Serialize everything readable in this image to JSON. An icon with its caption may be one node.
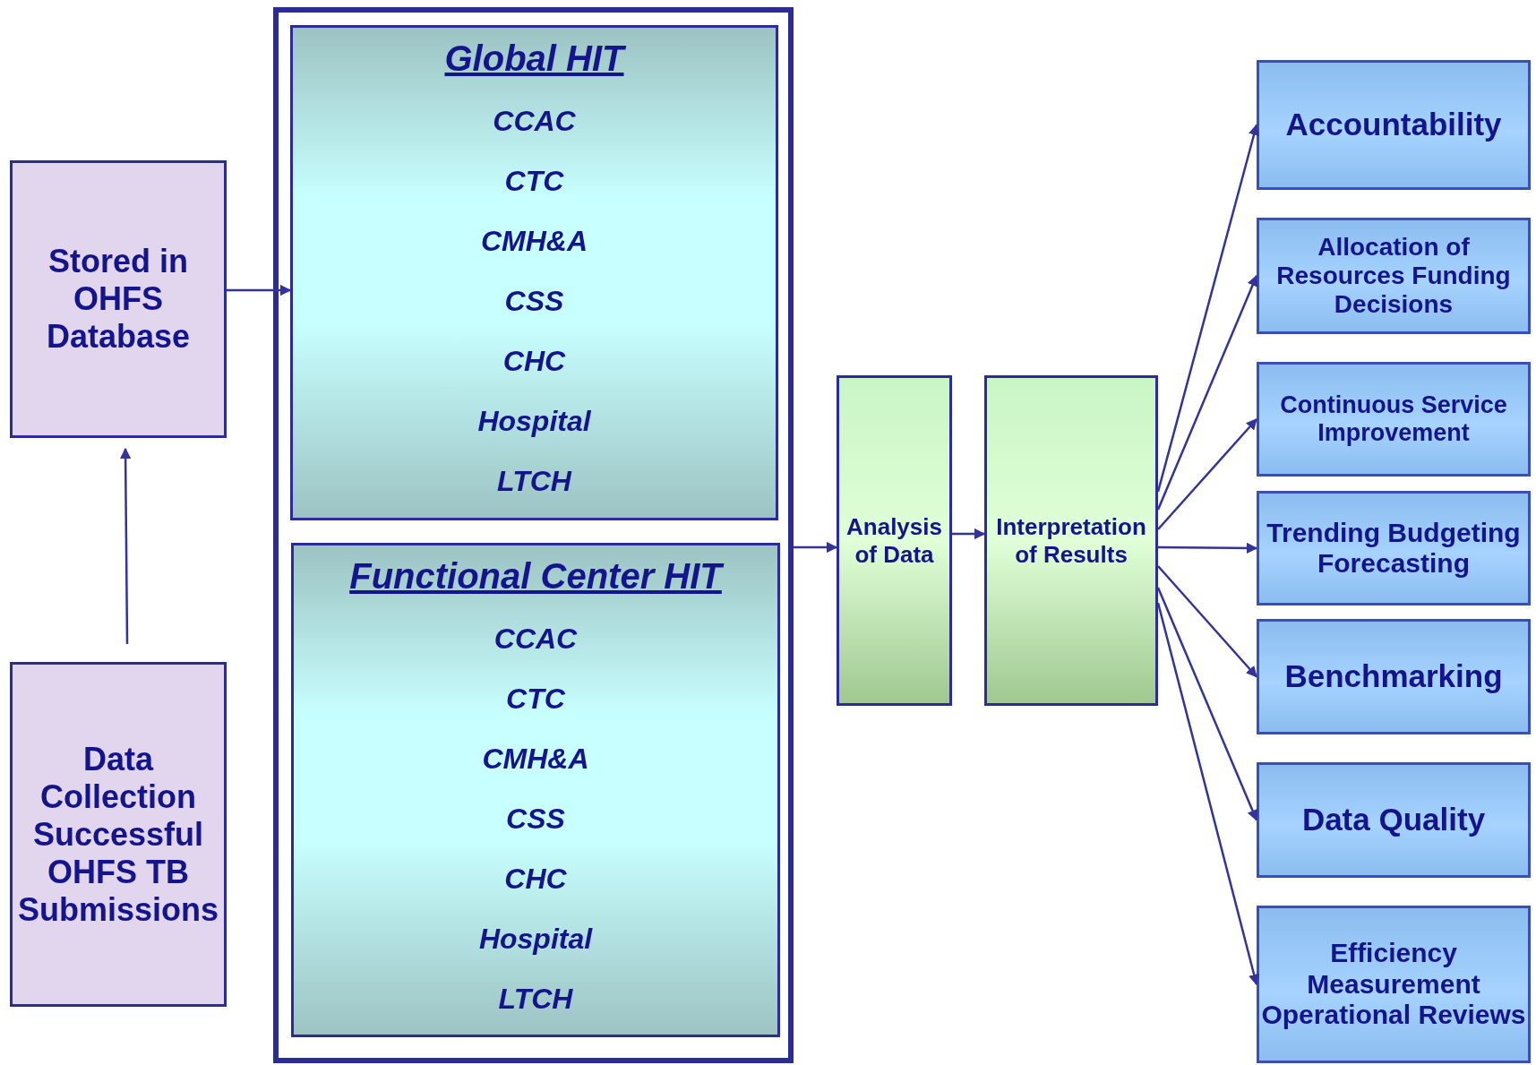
{
  "diagram": {
    "nodes": [
      {
        "text": [
          "Stored in OHFS Database"
        ]
      },
      {
        "text": [
          "Data Collection Successful OHFS TB Submissions"
        ]
      },
      {
        "text": [],
        "shape": "box"
      },
      {
        "text": [
          "Global HIT",
          "CCAC",
          "CTC",
          "CMH&A",
          "CSS",
          "CHC",
          "Hospital",
          "LTCH"
        ],
        "in": 2
      },
      {
        "text": [
          "Functional Center HIT",
          "CCAC",
          "CTC",
          "CMH&A",
          "CSS",
          "CHC",
          "Hospital",
          "LTCH"
        ],
        "in": 2
      },
      {
        "text": [
          "Analysis of Data"
        ]
      },
      {
        "text": [
          "Interpretation of Results"
        ]
      },
      {
        "text": [
          "Accountability"
        ]
      },
      {
        "text": [
          "Allocation of Resources Funding Decisions"
        ]
      },
      {
        "text": [
          "Continuous Service Improvement"
        ]
      },
      {
        "text": [
          "Trending Budgeting Forecasting"
        ]
      },
      {
        "text": [
          "Benchmarking"
        ]
      },
      {
        "text": [
          "Data Quality"
        ]
      },
      {
        "text": [
          "Efficiency Measurement Operational Reviews"
        ]
      }
    ],
    "edges": [
      {
        "from": 1,
        "to": 0,
        "arrow": "to"
      },
      {
        "from": 0,
        "to": 3,
        "arrow": "to"
      },
      {
        "from": 2,
        "to": 5,
        "arrow": "to"
      },
      {
        "from": 5,
        "to": 6,
        "arrow": "to"
      },
      {
        "from": 6,
        "to": 7,
        "arrow": "to"
      },
      {
        "from": 6,
        "to": 8,
        "arrow": "to"
      },
      {
        "from": 6,
        "to": 9,
        "arrow": "to"
      },
      {
        "from": 6,
        "to": 10,
        "arrow": "to"
      },
      {
        "from": 6,
        "to": 11,
        "arrow": "to"
      },
      {
        "from": 6,
        "to": 12,
        "arrow": "to"
      },
      {
        "from": 6,
        "to": 13,
        "arrow": "to"
      }
    ]
  }
}
